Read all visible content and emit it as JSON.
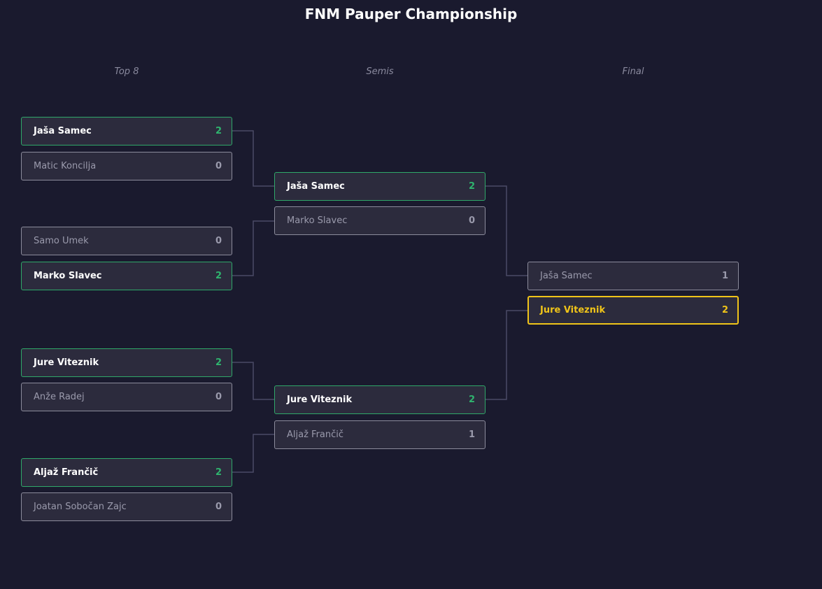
{
  "title": "FNM Pauper Championship",
  "colors": {
    "background": "#1a1a2e",
    "slot_fill": "#2c2b3d",
    "slot_border": "#8c8c9c",
    "winner_border": "#2fa869",
    "winner_score": "#2fb46e",
    "champion": "#f0c419",
    "connector": "#4a4a66",
    "loser_text": "#9a9aac",
    "round_label": "#8a8a9e"
  },
  "rounds": [
    {
      "label": "Top 8",
      "matches": [
        [
          {
            "name": "Jaša Samec",
            "score": "2",
            "status": "winner"
          },
          {
            "name": "Matic Koncilja",
            "score": "0",
            "status": "loser"
          }
        ],
        [
          {
            "name": "Samo Umek",
            "score": "0",
            "status": "loser"
          },
          {
            "name": "Marko Slavec",
            "score": "2",
            "status": "winner"
          }
        ],
        [
          {
            "name": "Jure Viteznik",
            "score": "2",
            "status": "winner"
          },
          {
            "name": "Anže Radej",
            "score": "0",
            "status": "loser"
          }
        ],
        [
          {
            "name": "Aljaž Frančič",
            "score": "2",
            "status": "winner"
          },
          {
            "name": "Joatan Sobočan Zajc",
            "score": "0",
            "status": "loser"
          }
        ]
      ]
    },
    {
      "label": "Semis",
      "matches": [
        [
          {
            "name": "Jaša Samec",
            "score": "2",
            "status": "winner"
          },
          {
            "name": "Marko Slavec",
            "score": "0",
            "status": "loser"
          }
        ],
        [
          {
            "name": "Jure Viteznik",
            "score": "2",
            "status": "winner"
          },
          {
            "name": "Aljaž Frančič",
            "score": "1",
            "status": "loser"
          }
        ]
      ]
    },
    {
      "label": "Final",
      "matches": [
        [
          {
            "name": "Jaša Samec",
            "score": "1",
            "status": "loser"
          },
          {
            "name": "Jure Viteznik",
            "score": "2",
            "status": "champion"
          }
        ]
      ]
    }
  ]
}
